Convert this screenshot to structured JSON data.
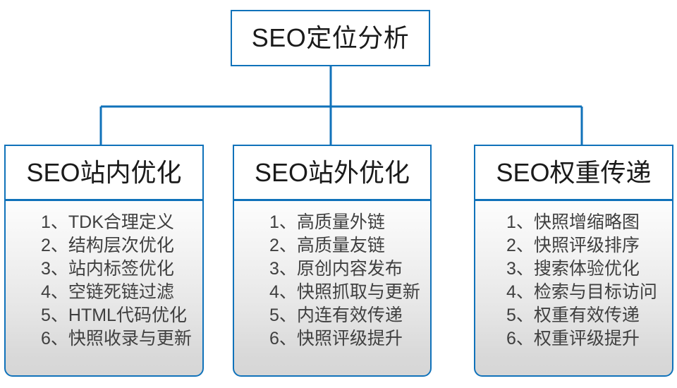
{
  "diagram": {
    "type": "tree-hierarchy",
    "accent_color": "#1072ba",
    "text_color": "#3f3f3f",
    "body_gradient_top": "#fdfdfd",
    "body_gradient_bottom": "#d6d6d6",
    "root": {
      "title": "SEO定位分析"
    },
    "branches": [
      {
        "header": "SEO站内优化",
        "items": [
          "1、TDK合理定义",
          "2、结构层次优化",
          "3、站内标签优化",
          "4、空链死链过滤",
          "5、HTML代码优化",
          "6、快照收录与更新"
        ]
      },
      {
        "header": "SEO站外优化",
        "items": [
          "1、高质量外链",
          "2、高质量友链",
          "3、原创内容发布",
          "4、快照抓取与更新",
          "5、内连有效传递",
          "6、快照评级提升"
        ]
      },
      {
        "header": "SEO权重传递",
        "items": [
          "1、快照增缩略图",
          "2、快照评级排序",
          "3、搜索体验优化",
          "4、检索与目标访问",
          "5、权重有效传递",
          "6、权重评级提升"
        ]
      }
    ]
  }
}
